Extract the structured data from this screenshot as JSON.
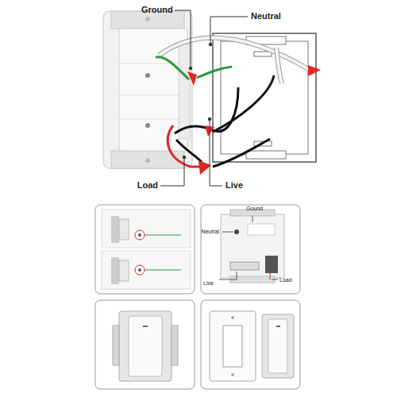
{
  "diagram": {
    "labels": [
      "Ground",
      "Neutral",
      "Load",
      "Live",
      "Gound",
      "Neutral",
      "Live",
      "Load"
    ]
  }
}
